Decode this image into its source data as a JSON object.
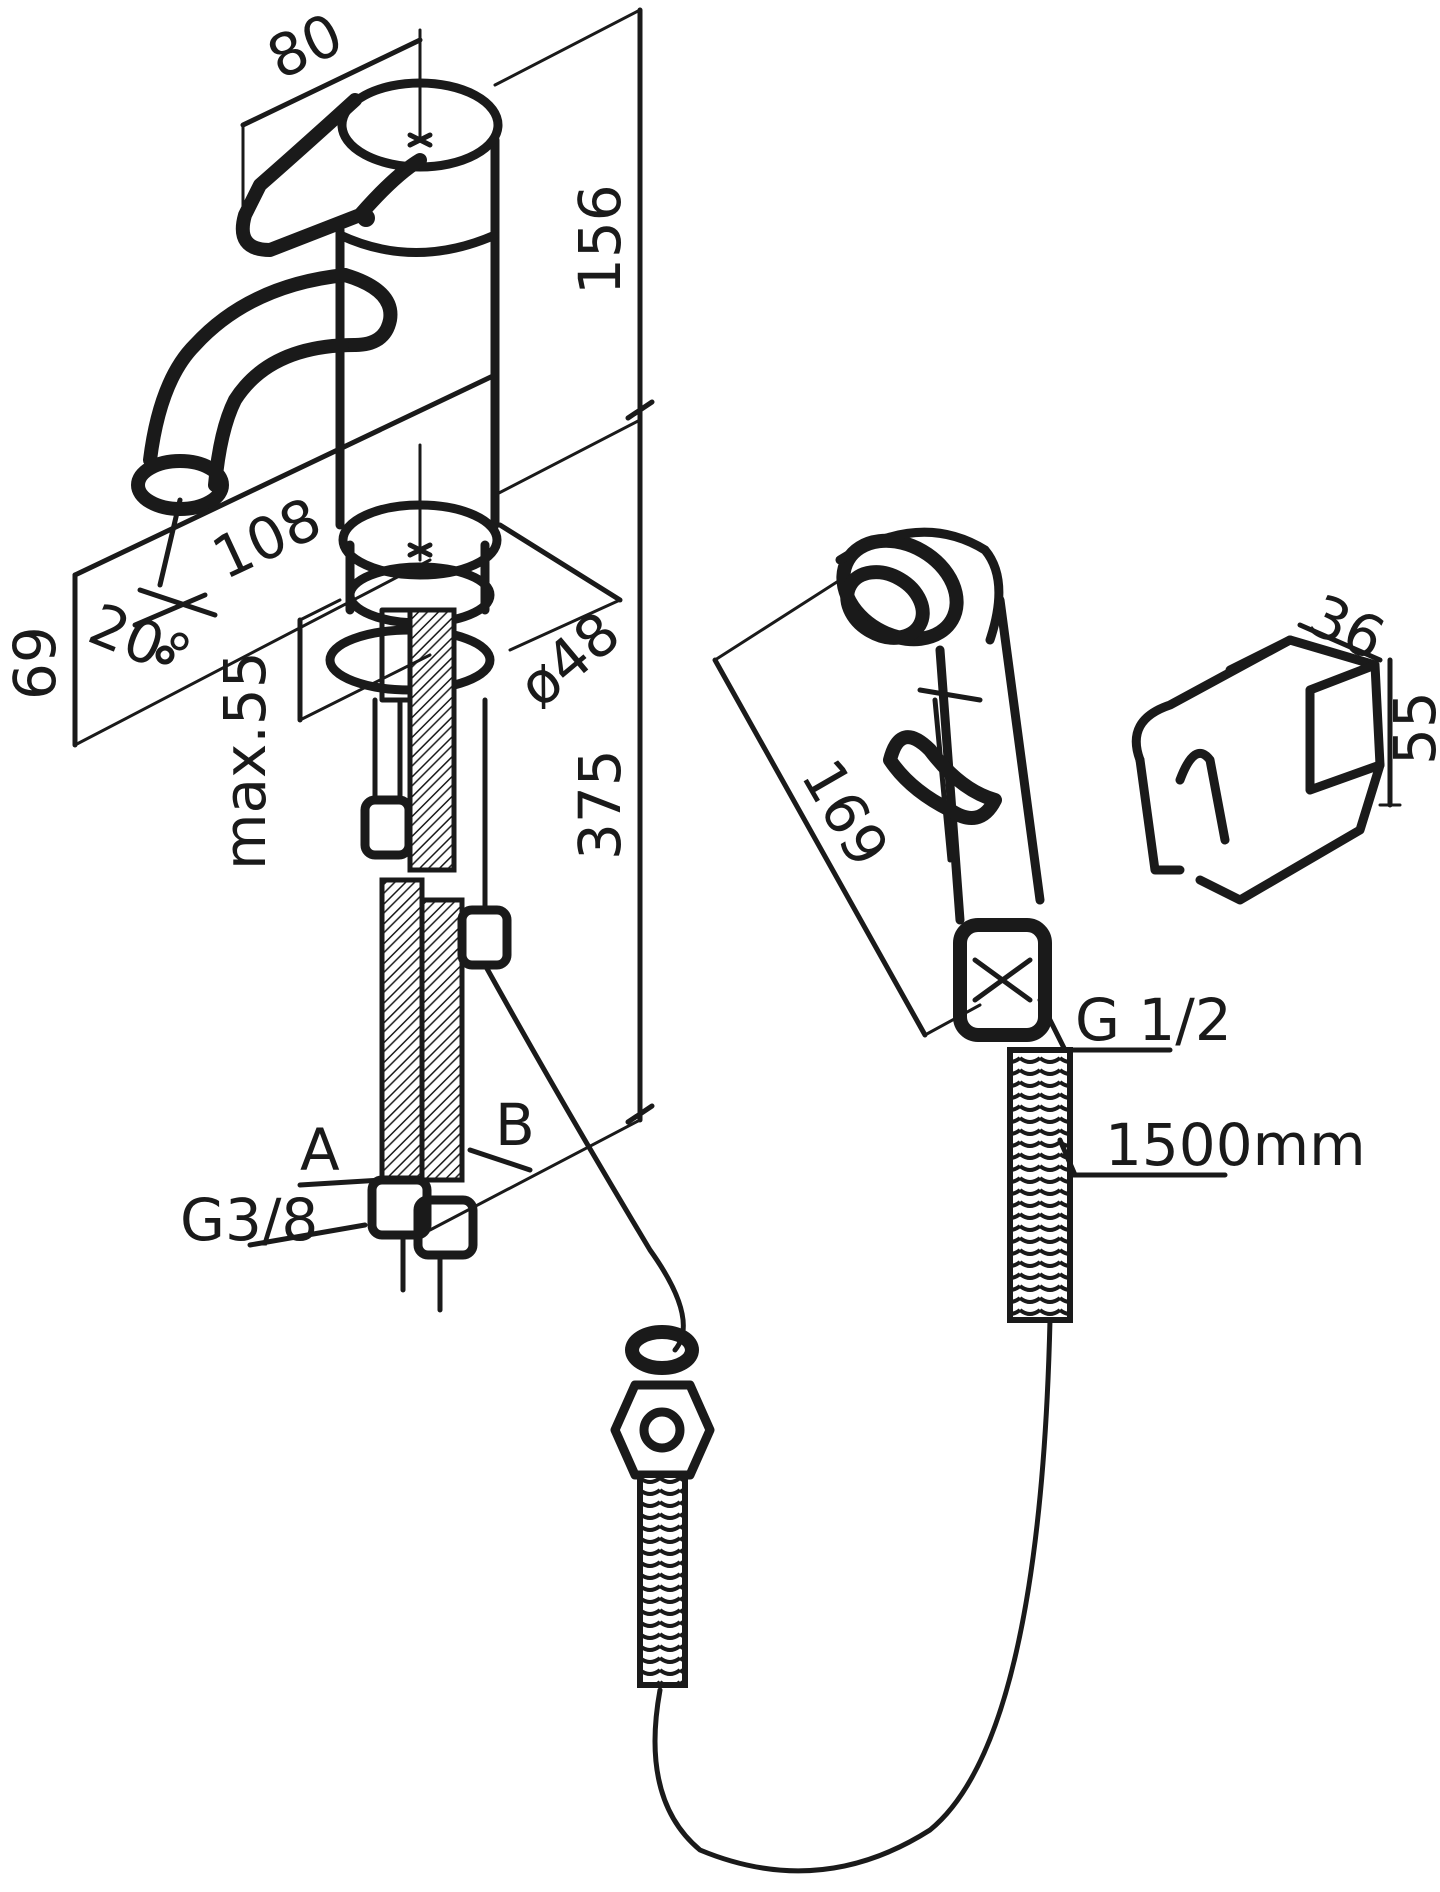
{
  "drawing": {
    "labels": {
      "dim_handle_width": "80",
      "dim_body_height": "156",
      "dim_spout_reach": "108",
      "dim_spout_angle": "20°",
      "dim_spout_height": "69",
      "dim_max_thickness": "max.55",
      "dim_body_diameter": "ø48",
      "dim_hose_length_tap": "375",
      "label_hose_a": "A",
      "label_hose_b": "B",
      "thread_inlet": "G3/8",
      "dim_handshower_length": "169",
      "thread_handshower": "G 1/2",
      "hose_length": "1500mm",
      "dim_holder_width": "36",
      "dim_holder_height": "55"
    },
    "colors": {
      "line": "#1a1a1a",
      "background": "#ffffff"
    }
  }
}
